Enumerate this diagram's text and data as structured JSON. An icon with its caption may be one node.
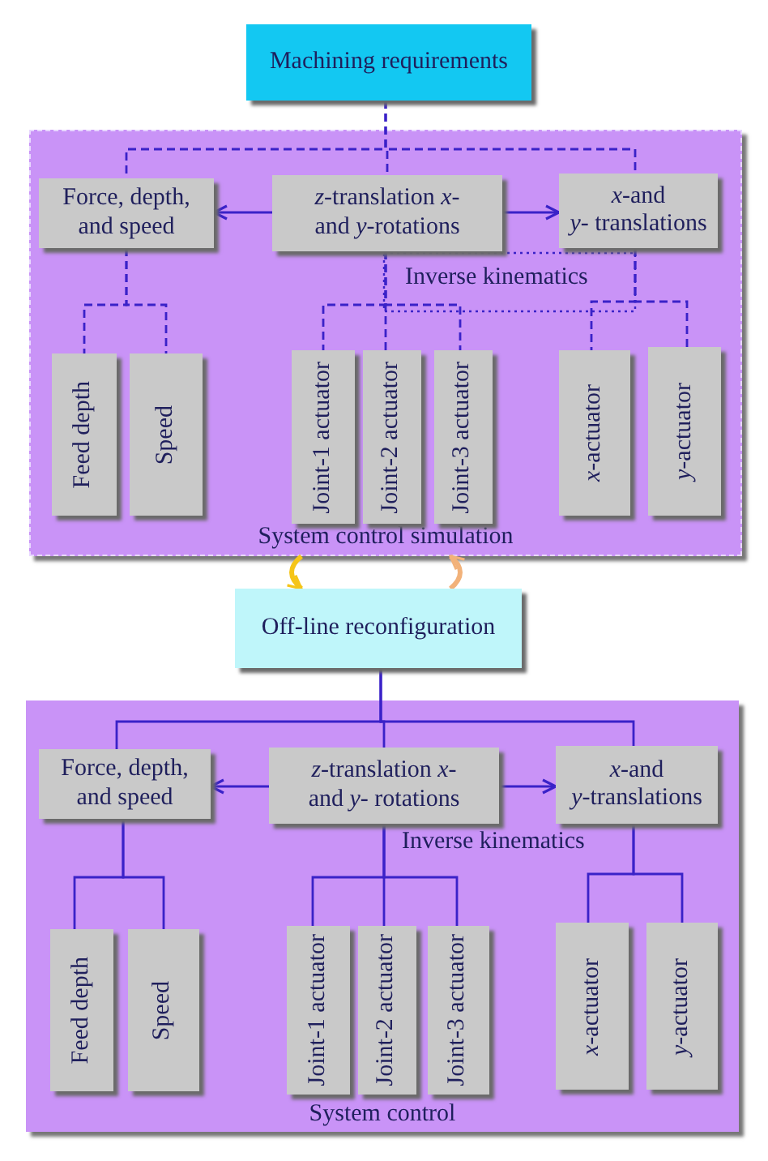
{
  "diagram": {
    "nodes": [
      {
        "text": [
          "Machining requirements"
        ]
      },
      {
        "text": [
          "System control simulation"
        ]
      },
      {
        "text": [
          "Force, depth, and speed"
        ],
        "in": 1
      },
      {
        "text": [
          "*z*-translation *x*-and *y*-rotations"
        ],
        "in": 1
      },
      {
        "text": [
          "*x*-and *y*- translations"
        ],
        "in": 1
      },
      {
        "text": [
          "Feed depth"
        ],
        "in": 1
      },
      {
        "text": [
          "Speed"
        ],
        "in": 1
      },
      {
        "text": [
          "Joint-1 actuator"
        ],
        "in": 1
      },
      {
        "text": [
          "Joint-2 actuator"
        ],
        "in": 1
      },
      {
        "text": [
          "Joint-3 actuator"
        ],
        "in": 1
      },
      {
        "text": [
          "*x*-actuator"
        ],
        "in": 1
      },
      {
        "text": [
          "*y*-actuator"
        ],
        "in": 1
      },
      {
        "text": [
          "Off-line reconfiguration"
        ]
      },
      {
        "text": [
          "System control"
        ]
      },
      {
        "text": [
          "Force, depth, and speed"
        ],
        "in": 13
      },
      {
        "text": [
          "*z*-translation *x*-and *y*- rotations"
        ],
        "in": 13
      },
      {
        "text": [
          "*x*-and *y*-translations"
        ],
        "in": 13
      },
      {
        "text": [
          "Feed depth"
        ],
        "in": 13
      },
      {
        "text": [
          "Speed"
        ],
        "in": 13
      },
      {
        "text": [
          "Joint-1 actuator"
        ],
        "in": 13
      },
      {
        "text": [
          "Joint-2 actuator"
        ],
        "in": 13
      },
      {
        "text": [
          "Joint-3 actuator"
        ],
        "in": 13
      },
      {
        "text": [
          "*x*-actuator"
        ],
        "in": 13
      },
      {
        "text": [
          "*y*-actuator"
        ],
        "in": 13
      }
    ],
    "edges": [
      {
        "from": 0,
        "to": 2,
        "arrow": "none",
        "style": "dashed"
      },
      {
        "from": 0,
        "to": 3,
        "arrow": "none",
        "style": "dashed"
      },
      {
        "from": 0,
        "to": 4,
        "arrow": "none",
        "style": "dashed"
      },
      {
        "from": 3,
        "to": 2,
        "arrow": "to"
      },
      {
        "from": 3,
        "to": 4,
        "arrow": "to"
      },
      {
        "from": 2,
        "to": 5,
        "arrow": "none",
        "style": "dashed"
      },
      {
        "from": 2,
        "to": 6,
        "arrow": "none",
        "style": "dashed"
      },
      {
        "from": 3,
        "to": 7,
        "arrow": "none",
        "style": "dashed"
      },
      {
        "from": 3,
        "to": 8,
        "arrow": "none",
        "style": "dashed"
      },
      {
        "from": 3,
        "to": 9,
        "arrow": "none",
        "style": "dashed"
      },
      {
        "from": 4,
        "to": 10,
        "arrow": "none",
        "style": "dashed"
      },
      {
        "from": 4,
        "to": 11,
        "arrow": "none",
        "style": "dashed"
      },
      {
        "from": 1,
        "to": 12,
        "arrow": "to",
        "style": "thick",
        "color": "#f5c518"
      },
      {
        "from": 12,
        "to": 1,
        "arrow": "to",
        "style": "thick",
        "color": "#f2b27a"
      },
      {
        "from": 12,
        "to": 14,
        "arrow": "none"
      },
      {
        "from": 12,
        "to": 15,
        "arrow": "none"
      },
      {
        "from": 12,
        "to": 16,
        "arrow": "none"
      },
      {
        "from": 15,
        "to": 14,
        "arrow": "to"
      },
      {
        "from": 15,
        "to": 16,
        "arrow": "to"
      },
      {
        "from": 14,
        "to": 17,
        "arrow": "none"
      },
      {
        "from": 14,
        "to": 18,
        "arrow": "none"
      },
      {
        "from": 15,
        "to": 19,
        "arrow": "none"
      },
      {
        "from": 15,
        "to": 20,
        "arrow": "none"
      },
      {
        "from": 15,
        "to": 21,
        "arrow": "none"
      },
      {
        "from": 16,
        "to": 22,
        "arrow": "none"
      },
      {
        "from": 16,
        "to": 23,
        "arrow": "none"
      }
    ],
    "labels": [
      "Inverse kinematics",
      "Inverse kinematics"
    ]
  }
}
